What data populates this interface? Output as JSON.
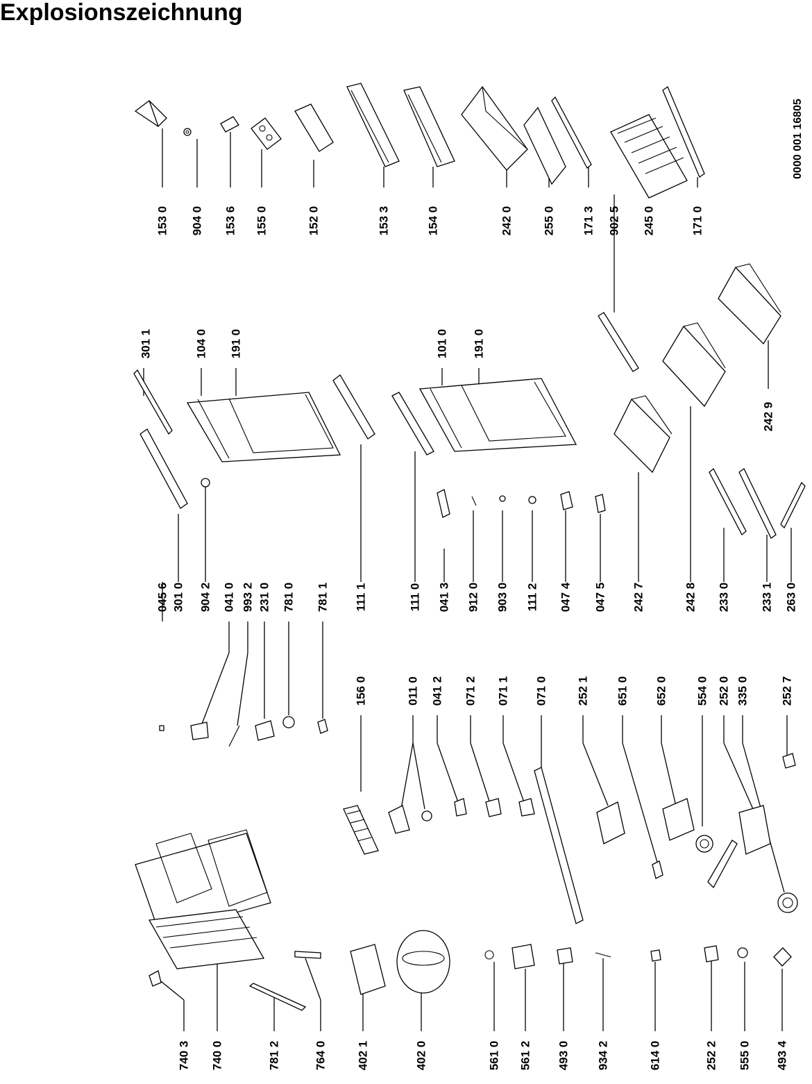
{
  "title": "Explosionszeichnung",
  "document_number": "0000 001 16805",
  "labels": [
    {
      "id": "153-0",
      "text": "153 0"
    },
    {
      "id": "904-0",
      "text": "904 0"
    },
    {
      "id": "153-6",
      "text": "153 6"
    },
    {
      "id": "155-0",
      "text": "155 0"
    },
    {
      "id": "152-0",
      "text": "152 0"
    },
    {
      "id": "153-3",
      "text": "153 3"
    },
    {
      "id": "154-0",
      "text": "154 0"
    },
    {
      "id": "242-0",
      "text": "242 0"
    },
    {
      "id": "255-0",
      "text": "255 0"
    },
    {
      "id": "171-3",
      "text": "171 3"
    },
    {
      "id": "902-5",
      "text": "902 5"
    },
    {
      "id": "245-0",
      "text": "245 0"
    },
    {
      "id": "171-0",
      "text": "171 0"
    },
    {
      "id": "301-1",
      "text": "301 1"
    },
    {
      "id": "104-0",
      "text": "104 0"
    },
    {
      "id": "191-0-a",
      "text": "191 0"
    },
    {
      "id": "101-0",
      "text": "101 0"
    },
    {
      "id": "191-0-b",
      "text": "191 0"
    },
    {
      "id": "242-9",
      "text": "242 9"
    },
    {
      "id": "045-6",
      "text": "045 6"
    },
    {
      "id": "301-0",
      "text": "301 0"
    },
    {
      "id": "904-2",
      "text": "904 2"
    },
    {
      "id": "041-0",
      "text": "041 0"
    },
    {
      "id": "993-2",
      "text": "993 2"
    },
    {
      "id": "231-0",
      "text": "231 0"
    },
    {
      "id": "781-0",
      "text": "781 0"
    },
    {
      "id": "781-1",
      "text": "781 1"
    },
    {
      "id": "111-1",
      "text": "111 1"
    },
    {
      "id": "111-0",
      "text": "111 0"
    },
    {
      "id": "041-3",
      "text": "041 3"
    },
    {
      "id": "912-0",
      "text": "912 0"
    },
    {
      "id": "903-0",
      "text": "903 0"
    },
    {
      "id": "111-2",
      "text": "111 2"
    },
    {
      "id": "047-4",
      "text": "047 4"
    },
    {
      "id": "047-5",
      "text": "047 5"
    },
    {
      "id": "242-7",
      "text": "242 7"
    },
    {
      "id": "242-8",
      "text": "242 8"
    },
    {
      "id": "233-0",
      "text": "233 0"
    },
    {
      "id": "233-1",
      "text": "233 1"
    },
    {
      "id": "263-0",
      "text": "263 0"
    },
    {
      "id": "156-0",
      "text": "156 0"
    },
    {
      "id": "011-0",
      "text": "011 0"
    },
    {
      "id": "041-2",
      "text": "041 2"
    },
    {
      "id": "071-2",
      "text": "071 2"
    },
    {
      "id": "071-1",
      "text": "071 1"
    },
    {
      "id": "071-0",
      "text": "071 0"
    },
    {
      "id": "252-1",
      "text": "252 1"
    },
    {
      "id": "651-0",
      "text": "651 0"
    },
    {
      "id": "652-0",
      "text": "652 0"
    },
    {
      "id": "554-0",
      "text": "554 0"
    },
    {
      "id": "252-0",
      "text": "252 0"
    },
    {
      "id": "335-0",
      "text": "335 0"
    },
    {
      "id": "252-7",
      "text": "252 7"
    },
    {
      "id": "740-3",
      "text": "740 3"
    },
    {
      "id": "740-0",
      "text": "740 0"
    },
    {
      "id": "781-2",
      "text": "781 2"
    },
    {
      "id": "764-0",
      "text": "764 0"
    },
    {
      "id": "402-1",
      "text": "402 1"
    },
    {
      "id": "402-0",
      "text": "402 0"
    },
    {
      "id": "561-0",
      "text": "561 0"
    },
    {
      "id": "561-2",
      "text": "561 2"
    },
    {
      "id": "493-0",
      "text": "493 0"
    },
    {
      "id": "934-2",
      "text": "934 2"
    },
    {
      "id": "614-0",
      "text": "614 0"
    },
    {
      "id": "252-2",
      "text": "252 2"
    },
    {
      "id": "555-0",
      "text": "555 0"
    },
    {
      "id": "493-4",
      "text": "493 4"
    }
  ]
}
